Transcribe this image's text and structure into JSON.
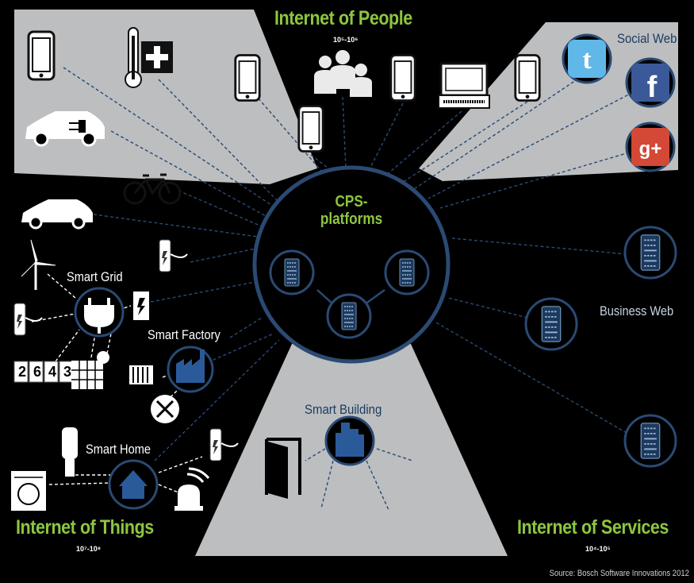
{
  "regions": {
    "people": {
      "title": "Internet of People",
      "range": "10⁵-10⁶"
    },
    "things": {
      "title": "Internet of Things",
      "range": "10⁷-10⁸"
    },
    "services": {
      "title": "Internet of Services",
      "range": "10⁴-10⁵"
    }
  },
  "hub": {
    "line1": "CPS-",
    "line2": "platforms"
  },
  "clusters": {
    "social_web": "Social Web",
    "business_web": "Business Web",
    "smart_building": "Smart Building",
    "smart_grid": "Smart Grid",
    "smart_factory": "Smart Factory",
    "smart_home": "Smart Home"
  },
  "meter_digits": [
    "2",
    "6",
    "4",
    "3"
  ],
  "source": "Source: Bosch Software Innovations 2012",
  "colors": {
    "accent_green": "#8dc63f",
    "navy": "#1c3a5e",
    "panel_gray": "#bcbec0"
  }
}
